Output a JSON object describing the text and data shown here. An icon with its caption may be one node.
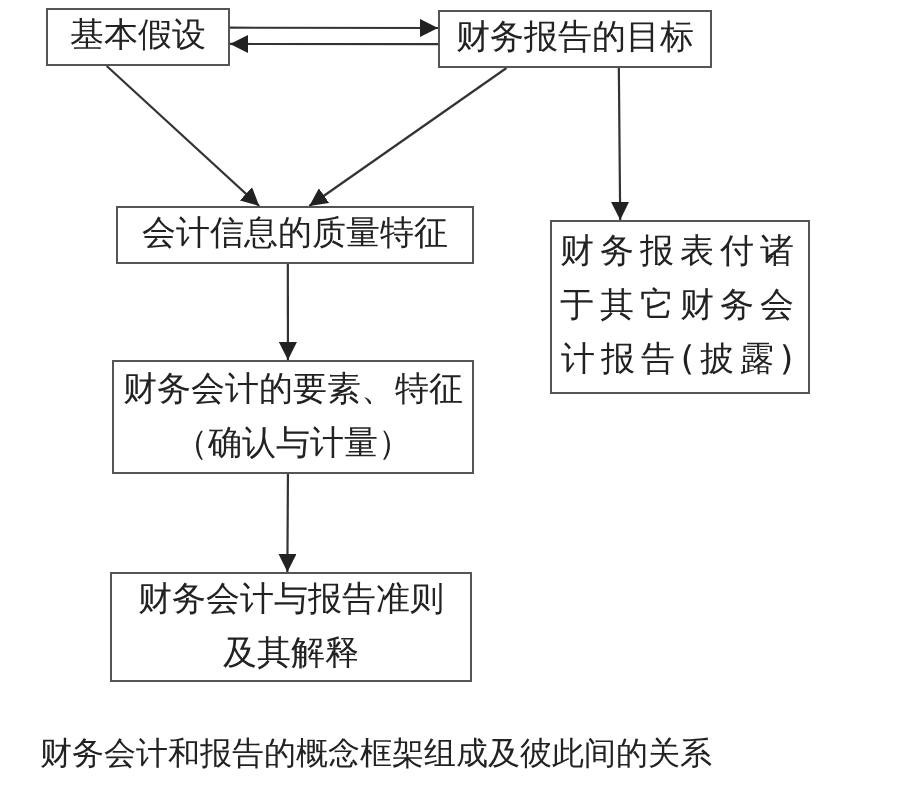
{
  "diagram": {
    "caption": "财务会计和报告的概念框架组成及彼此间的关系",
    "nodes": [
      {
        "text": [
          "基本假设"
        ]
      },
      {
        "text": [
          "财务报告的目标"
        ]
      },
      {
        "text": [
          "会计信息的质量特征"
        ]
      },
      {
        "text": [
          "财务报表付诸于其它财务会计报告(披露)"
        ]
      },
      {
        "text": [
          "财务会计的要素、特征（确认与计量）"
        ]
      },
      {
        "text": [
          "财务会计与报告准则及其解释"
        ]
      }
    ],
    "edges": [
      {
        "from": 0,
        "to": 1,
        "arrow": "to"
      },
      {
        "from": 1,
        "to": 0,
        "arrow": "to"
      },
      {
        "from": 0,
        "to": 2,
        "arrow": "to"
      },
      {
        "from": 1,
        "to": 2,
        "arrow": "to"
      },
      {
        "from": 1,
        "to": 3,
        "arrow": "to"
      },
      {
        "from": 2,
        "to": 4,
        "arrow": "to"
      },
      {
        "from": 4,
        "to": 5,
        "arrow": "to"
      }
    ]
  }
}
